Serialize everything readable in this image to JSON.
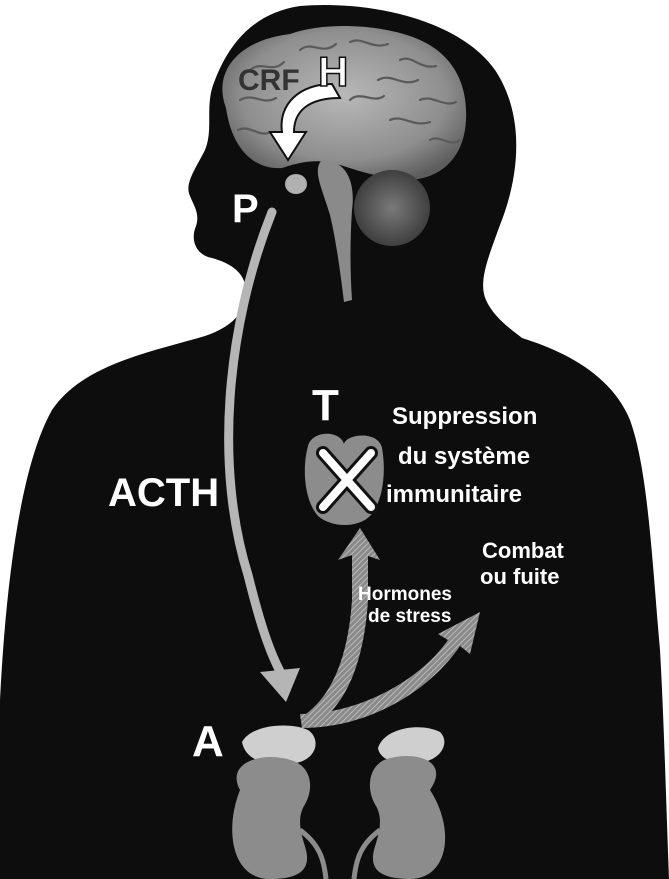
{
  "labels": {
    "crf": "CRF",
    "hypothalamus": "H",
    "pituitary": "P",
    "acth": "ACTH",
    "thymus": "T",
    "adrenal": "A",
    "suppression_line1": "Suppression",
    "suppression_line2": "du système",
    "suppression_line3": "immunitaire",
    "combat_line1": "Combat",
    "combat_line2": "ou fuite",
    "hormones_line1": "Hormones",
    "hormones_line2": "de stress"
  },
  "colors": {
    "silhouette": "#0d0d0d",
    "brain": "#9a9a9a",
    "organ": "#8c8c8c",
    "adrenal": "#cfcfcf",
    "arrow": "#b5b5b5",
    "text": "#ffffff"
  }
}
